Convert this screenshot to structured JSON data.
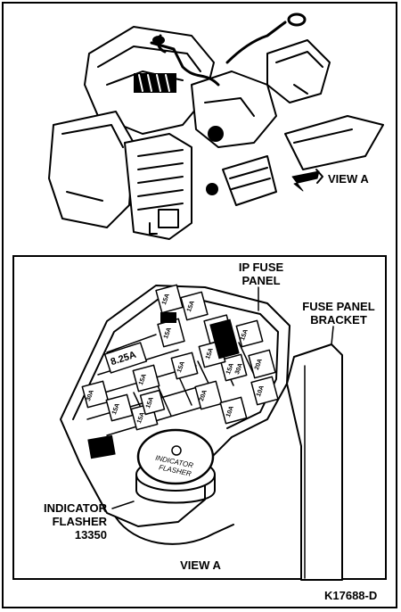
{
  "labels": {
    "view_a_arrow": "VIEW A",
    "ip_fuse_panel_1": "IP FUSE",
    "ip_fuse_panel_2": "PANEL",
    "fuse_panel_bracket_1": "FUSE PANEL",
    "fuse_panel_bracket_2": "BRACKET",
    "indicator_flasher_1": "INDICATOR",
    "indicator_flasher_2": "FLASHER",
    "indicator_flasher_3": "13350",
    "view_a_caption": "VIEW A",
    "figure_id": "K17688-D",
    "flasher_face_1": "INDICATOR",
    "flasher_face_2": "FLASHER"
  },
  "fuses": [
    "15A",
    "15A",
    "8.25A",
    "15A",
    "30A",
    "15A",
    "15A",
    "15A",
    "15A",
    "20A",
    "15A",
    "20A",
    "10A",
    "10A",
    "15A",
    "15A",
    "15A",
    "30A"
  ],
  "colors": {
    "ink": "#000000",
    "paper": "#ffffff"
  }
}
